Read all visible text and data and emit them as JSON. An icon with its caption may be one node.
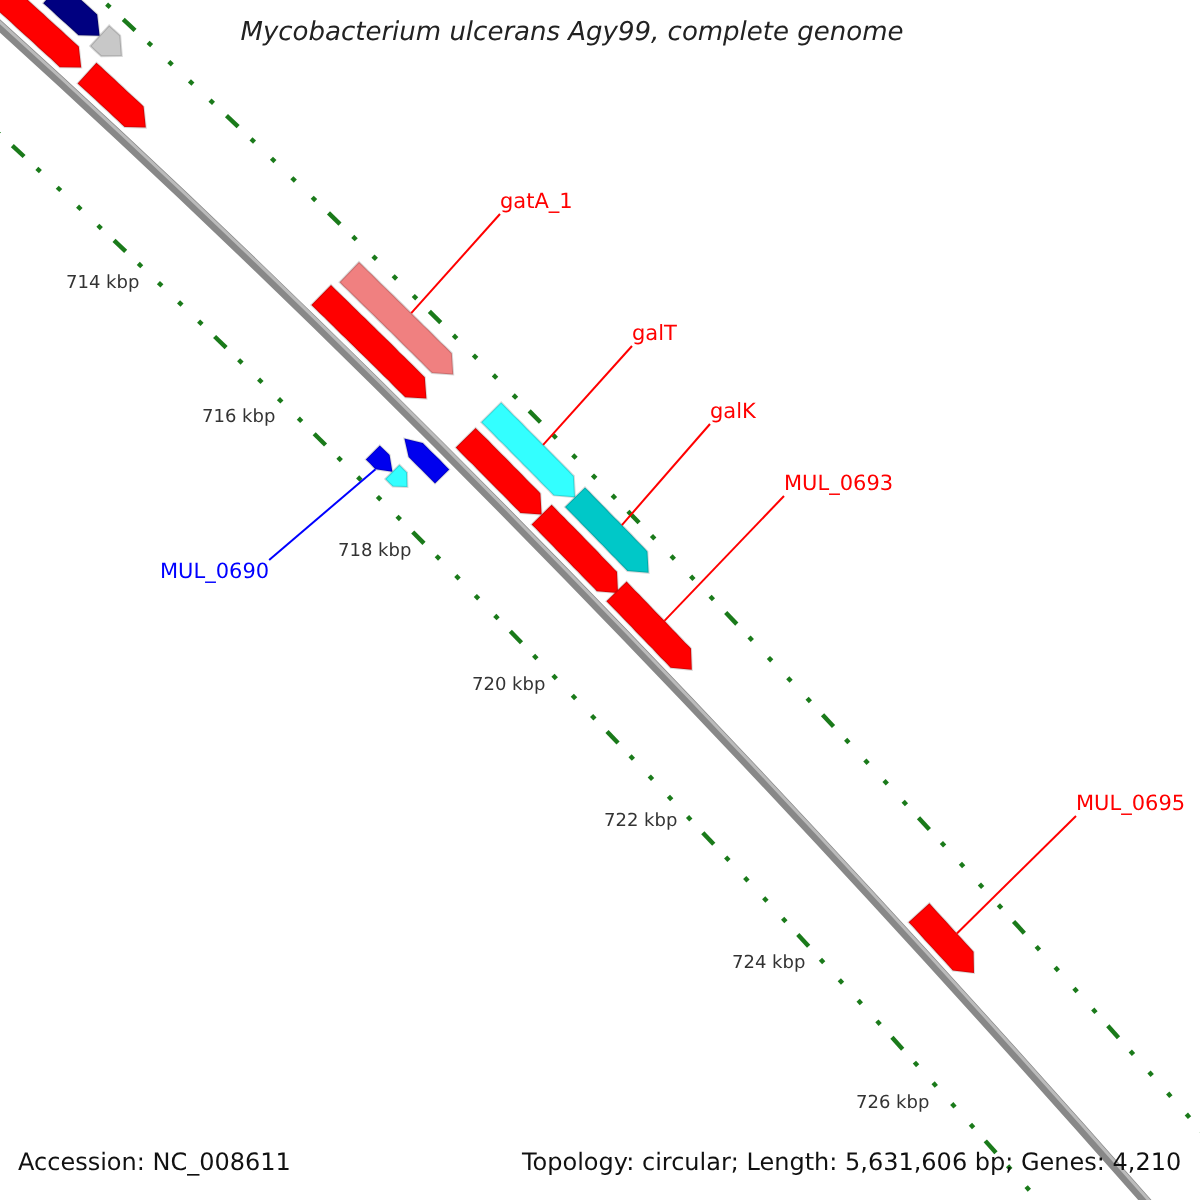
{
  "diagram": {
    "title": "Mycobacterium ulcerans Agy99, complete genome",
    "nodes": [
      {
        "text": [
          "gatA_1"
        ]
      },
      {
        "text": [
          "galT"
        ]
      },
      {
        "text": [
          "galK"
        ]
      },
      {
        "text": [
          "MUL_0693"
        ]
      },
      {
        "text": [
          "MUL_0690"
        ]
      },
      {
        "text": [
          "MUL_0695"
        ]
      },
      {
        "text": [],
        "shape": "bar"
      },
      {
        "text": [],
        "shape": "bar"
      },
      {
        "text": [],
        "shape": "bar"
      },
      {
        "text": [],
        "shape": "bar"
      },
      {
        "text": [],
        "shape": "bar"
      },
      {
        "text": [],
        "shape": "bar"
      },
      {
        "text": [],
        "shape": "bar"
      },
      {
        "text": [],
        "shape": "bar"
      },
      {
        "text": [],
        "shape": "bar"
      },
      {
        "text": [],
        "shape": "bar"
      },
      {
        "text": [],
        "shape": "bar"
      },
      {
        "text": [],
        "shape": "bar"
      },
      {
        "text": [],
        "shape": "bar"
      },
      {
        "text": [],
        "shape": "bar"
      },
      {
        "text": [],
        "shape": "bar"
      }
    ],
    "edges": [
      {
        "from": 0,
        "to": 11,
        "arrow": "none"
      },
      {
        "from": 1,
        "to": 16,
        "arrow": "none"
      },
      {
        "from": 2,
        "to": 18,
        "arrow": "none"
      },
      {
        "from": 3,
        "to": 19,
        "arrow": "none"
      },
      {
        "from": 4,
        "to": 12,
        "arrow": "none",
        "color": "#0000ff"
      },
      {
        "from": 5,
        "to": 20,
        "arrow": "none"
      }
    ],
    "labels": [
      "714 kbp",
      "716 kbp",
      "718 kbp",
      "720 kbp",
      "722 kbp",
      "724 kbp",
      "726 kbp",
      "Accession: NC_008611",
      "Topology: circular; Length: 5,631,606 bp; Genes: 4,210"
    ]
  }
}
